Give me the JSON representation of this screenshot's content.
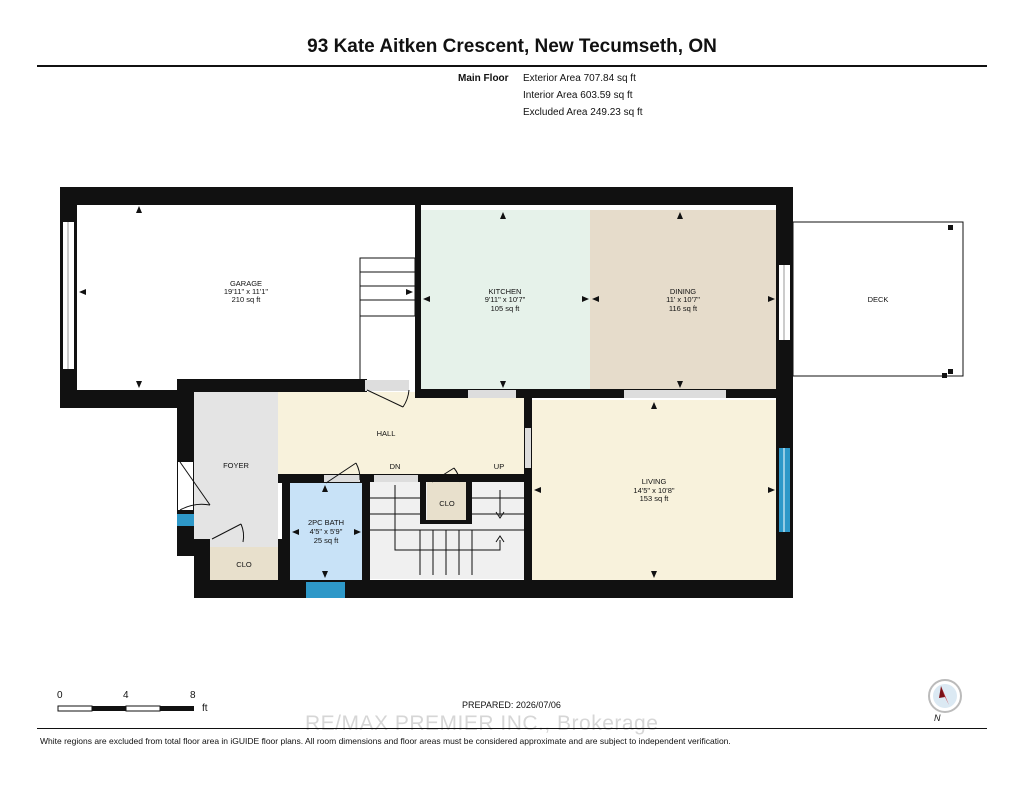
{
  "header": {
    "title": "93 Kate Aitken Crescent, New Tecumseth, ON",
    "floor_label": "Main Floor",
    "areas": [
      "Exterior Area 707.84 sq ft",
      "Interior Area 603.59 sq ft",
      "Excluded Area 249.23 sq ft"
    ]
  },
  "rooms": {
    "garage": {
      "name": "GARAGE",
      "dims": "19'11\" x 11'1\"",
      "area": "210 sq ft"
    },
    "kitchen": {
      "name": "KITCHEN",
      "dims": "9'11\" x 10'7\"",
      "area": "105 sq ft"
    },
    "dining": {
      "name": "DINING",
      "dims": "11' x 10'7\"",
      "area": "116 sq ft"
    },
    "deck": {
      "name": "DECK"
    },
    "hall": {
      "name": "HALL"
    },
    "foyer": {
      "name": "FOYER"
    },
    "living": {
      "name": "LIVING",
      "dims": "14'5\" x 10'8\"",
      "area": "153 sq ft"
    },
    "bath": {
      "name": "2PC BATH",
      "dims": "4'5\" x 5'9\"",
      "area": "25 sq ft"
    },
    "clo1": {
      "name": "CLO"
    },
    "clo2": {
      "name": "CLO"
    },
    "dn": "DN",
    "up": "UP"
  },
  "colors": {
    "wall": "#111111",
    "kitchen": "#e6f2ea",
    "dining": "#e6dccb",
    "hall": "#f8f2dc",
    "living": "#f8f2dc",
    "foyer": "#e4e4e4",
    "bath": "#c8e2f7",
    "closet": "#e8e0cc",
    "window_blue": "#2e98c8"
  },
  "scale": {
    "ticks": [
      "0",
      "4",
      "8"
    ],
    "unit": "ft"
  },
  "compass": {
    "north": "N"
  },
  "footer": {
    "prepared": "PREPARED: 2026/07/06",
    "watermark": "RE/MAX PREMIER INC., Brokerage",
    "disclaimer": "White regions are excluded from total floor area in iGUIDE floor plans. All room dimensions and floor areas must be considered approximate and are subject to independent verification."
  }
}
